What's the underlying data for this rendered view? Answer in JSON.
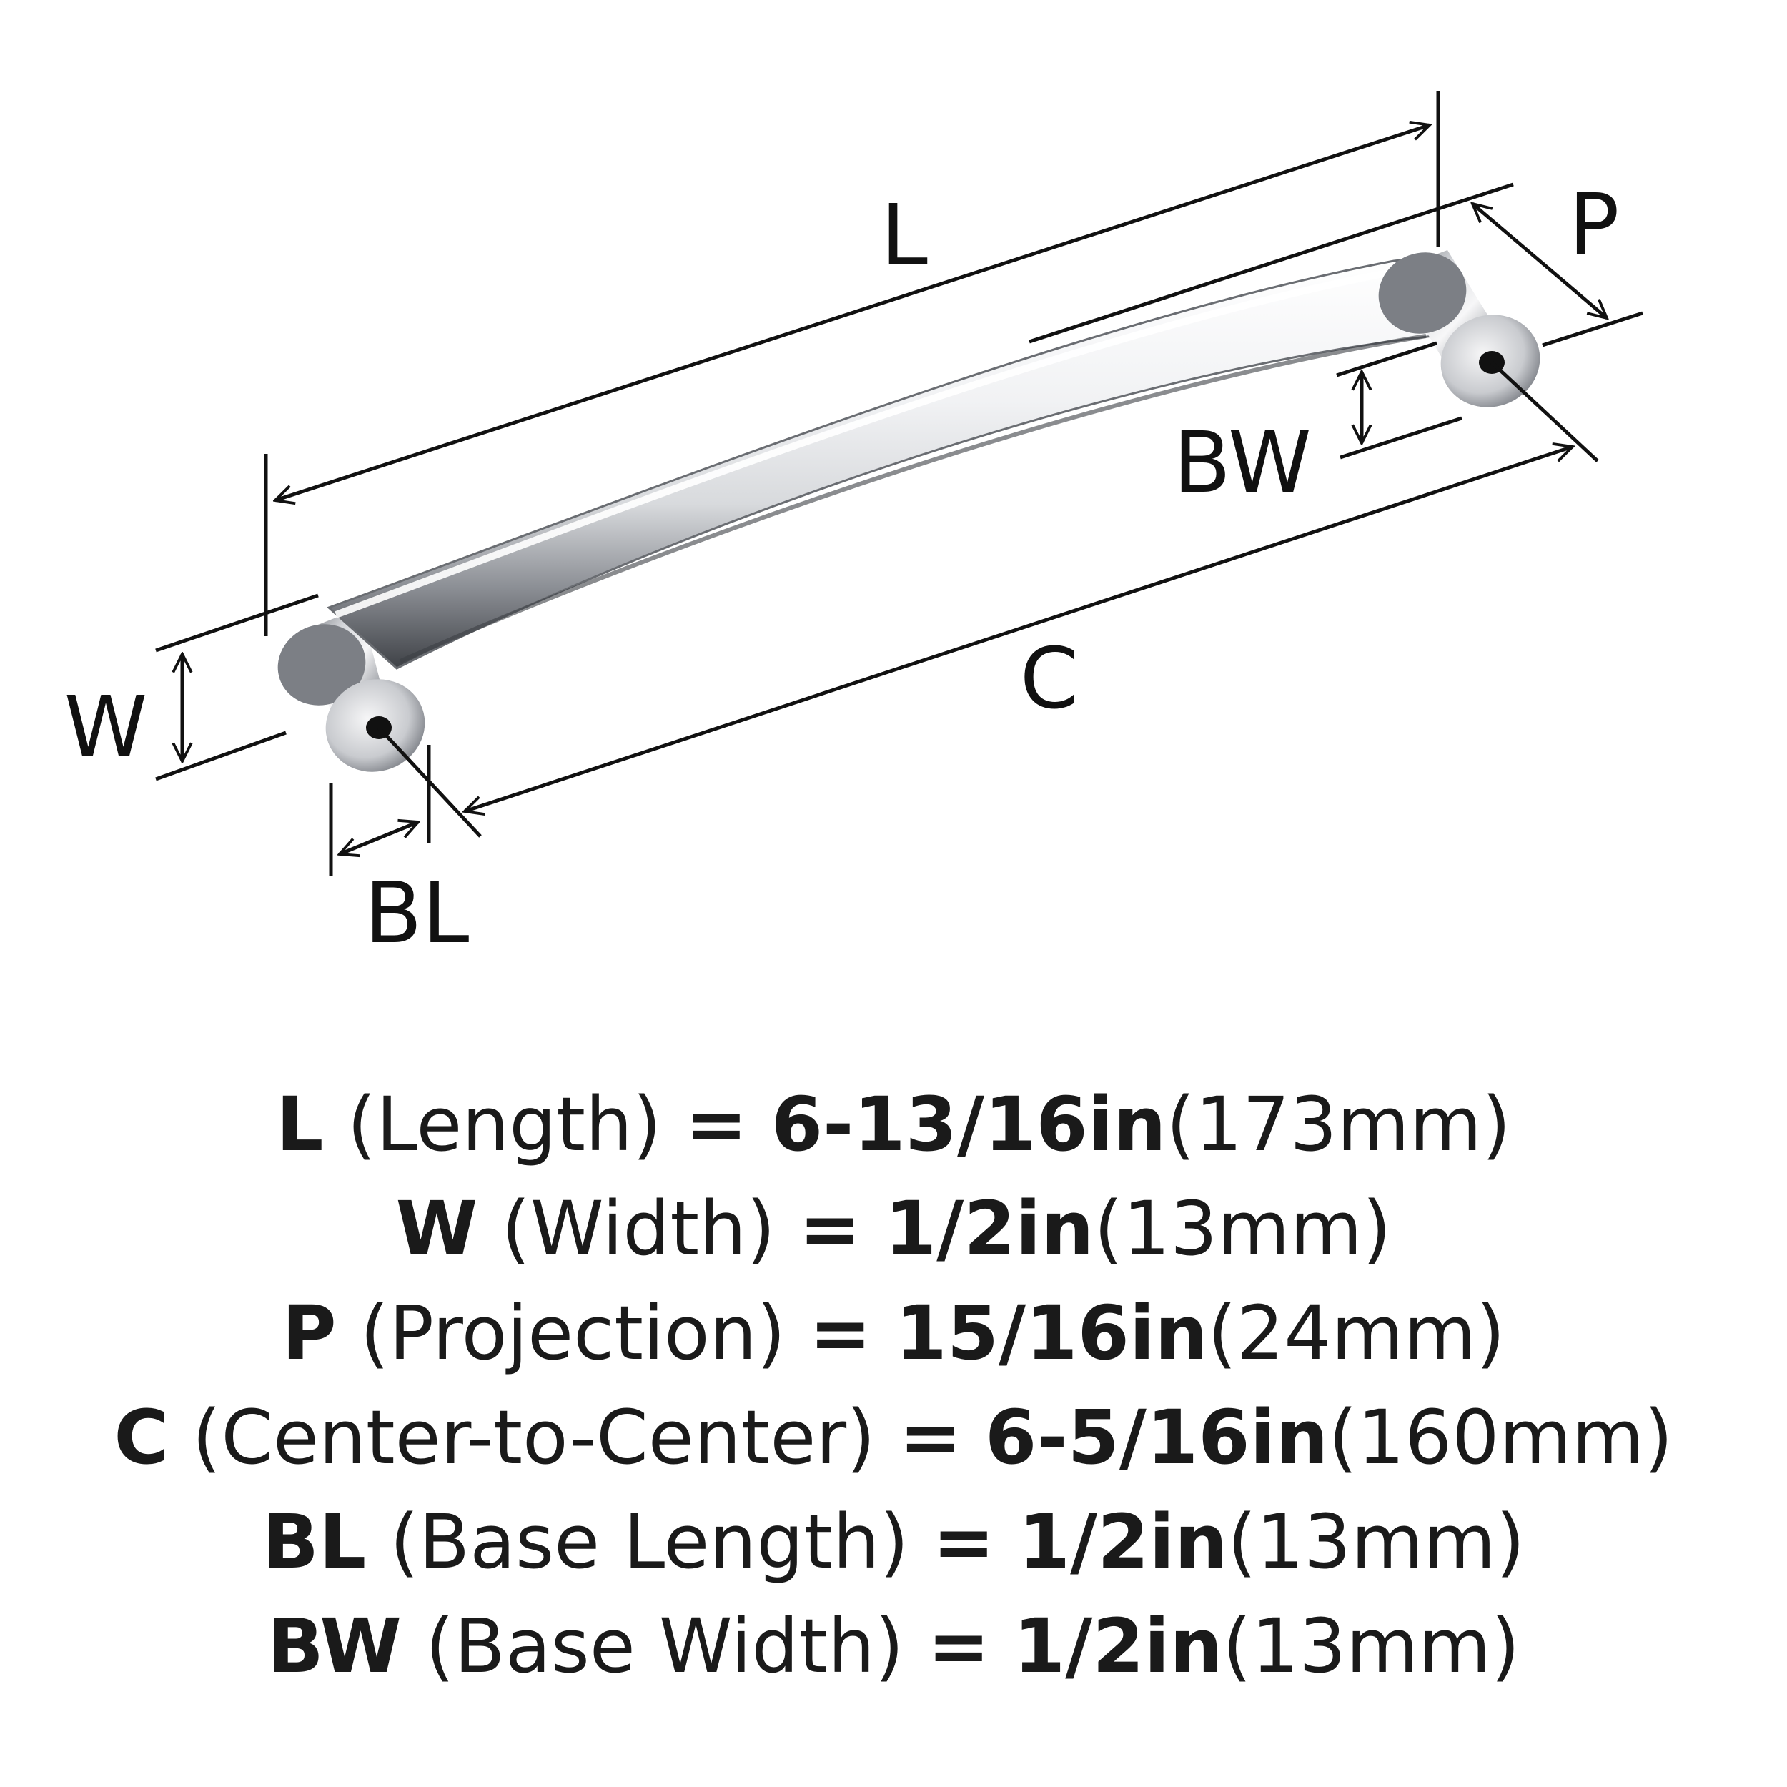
{
  "diagram": {
    "labels": {
      "L": "L",
      "P": "P",
      "BW": "BW",
      "W": "W",
      "C": "C",
      "BL": "BL"
    },
    "colors": {
      "line": "#111111",
      "metal_light": "#f4f4f6",
      "metal_mid": "#b9bcc2",
      "metal_dark": "#55585e",
      "hole": "#111111"
    }
  },
  "specs": [
    {
      "abbr": "L",
      "desc": "(Length)",
      "eq": "=",
      "imperial": "6-13/16in",
      "metric": "(173mm)"
    },
    {
      "abbr": "W",
      "desc": "(Width)",
      "eq": "=",
      "imperial": "1/2in",
      "metric": "(13mm)"
    },
    {
      "abbr": "P",
      "desc": "(Projection)",
      "eq": "=",
      "imperial": "15/16in",
      "metric": "(24mm)"
    },
    {
      "abbr": "C",
      "desc": "(Center-to-Center)",
      "eq": "=",
      "imperial": "6-5/16in",
      "metric": "(160mm)"
    },
    {
      "abbr": "BL",
      "desc": "(Base Length)",
      "eq": "=",
      "imperial": "1/2in",
      "metric": "(13mm)"
    },
    {
      "abbr": "BW",
      "desc": "(Base Width)",
      "eq": "=",
      "imperial": "1/2in",
      "metric": "(13mm)"
    }
  ]
}
